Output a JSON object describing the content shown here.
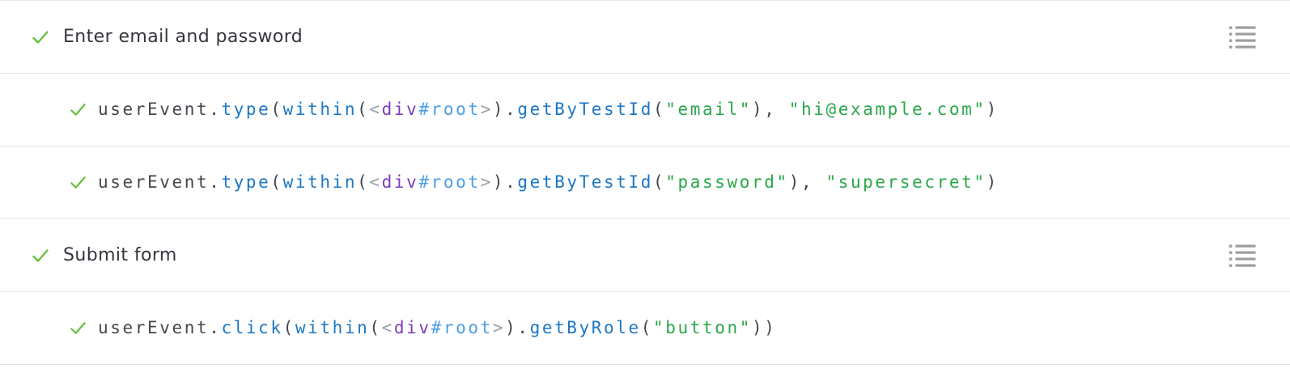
{
  "panel": {
    "name": "interactions-panel"
  },
  "colors": {
    "divider": "#e5e5e5",
    "check_green": "#66BF3C",
    "header_text": "#33373d",
    "code_base": "#44474d",
    "method_blue": "#1c77c3",
    "element_purple": "#7c3cbd",
    "id_blue": "#4b9fe6",
    "bracket_gray": "#9aa0a6",
    "string_green": "#29a74a",
    "icon_gray": "#9e9e9e"
  },
  "icons": {
    "status_passed": "check-icon",
    "group_marker": "unordered-list-icon"
  },
  "rows": [
    {
      "type": "group",
      "status": "passed",
      "label": "Enter email and password",
      "has_list_icon": true
    },
    {
      "type": "call",
      "status": "passed",
      "tokens": [
        {
          "text": "userEvent.",
          "color": "base"
        },
        {
          "text": "type",
          "color": "method"
        },
        {
          "text": "(",
          "color": "base"
        },
        {
          "text": "within",
          "color": "method"
        },
        {
          "text": "(",
          "color": "base"
        },
        {
          "text": "<",
          "color": "bracket"
        },
        {
          "text": "div",
          "color": "element"
        },
        {
          "text": "#root",
          "color": "id"
        },
        {
          "text": ">",
          "color": "bracket"
        },
        {
          "text": ").",
          "color": "base"
        },
        {
          "text": "getByTestId",
          "color": "method"
        },
        {
          "text": "(",
          "color": "base"
        },
        {
          "text": "\"email\"",
          "color": "string"
        },
        {
          "text": "), ",
          "color": "base"
        },
        {
          "text": "\"hi@example.com\"",
          "color": "string"
        },
        {
          "text": ")",
          "color": "base"
        }
      ]
    },
    {
      "type": "call",
      "status": "passed",
      "tokens": [
        {
          "text": "userEvent.",
          "color": "base"
        },
        {
          "text": "type",
          "color": "method"
        },
        {
          "text": "(",
          "color": "base"
        },
        {
          "text": "within",
          "color": "method"
        },
        {
          "text": "(",
          "color": "base"
        },
        {
          "text": "<",
          "color": "bracket"
        },
        {
          "text": "div",
          "color": "element"
        },
        {
          "text": "#root",
          "color": "id"
        },
        {
          "text": ">",
          "color": "bracket"
        },
        {
          "text": ").",
          "color": "base"
        },
        {
          "text": "getByTestId",
          "color": "method"
        },
        {
          "text": "(",
          "color": "base"
        },
        {
          "text": "\"password\"",
          "color": "string"
        },
        {
          "text": "), ",
          "color": "base"
        },
        {
          "text": "\"supersecret\"",
          "color": "string"
        },
        {
          "text": ")",
          "color": "base"
        }
      ]
    },
    {
      "type": "group",
      "status": "passed",
      "label": "Submit form",
      "has_list_icon": true
    },
    {
      "type": "call",
      "status": "passed",
      "tokens": [
        {
          "text": "userEvent.",
          "color": "base"
        },
        {
          "text": "click",
          "color": "method"
        },
        {
          "text": "(",
          "color": "base"
        },
        {
          "text": "within",
          "color": "method"
        },
        {
          "text": "(",
          "color": "base"
        },
        {
          "text": "<",
          "color": "bracket"
        },
        {
          "text": "div",
          "color": "element"
        },
        {
          "text": "#root",
          "color": "id"
        },
        {
          "text": ">",
          "color": "bracket"
        },
        {
          "text": ").",
          "color": "base"
        },
        {
          "text": "getByRole",
          "color": "method"
        },
        {
          "text": "(",
          "color": "base"
        },
        {
          "text": "\"button\"",
          "color": "string"
        },
        {
          "text": "))",
          "color": "base"
        }
      ]
    }
  ]
}
